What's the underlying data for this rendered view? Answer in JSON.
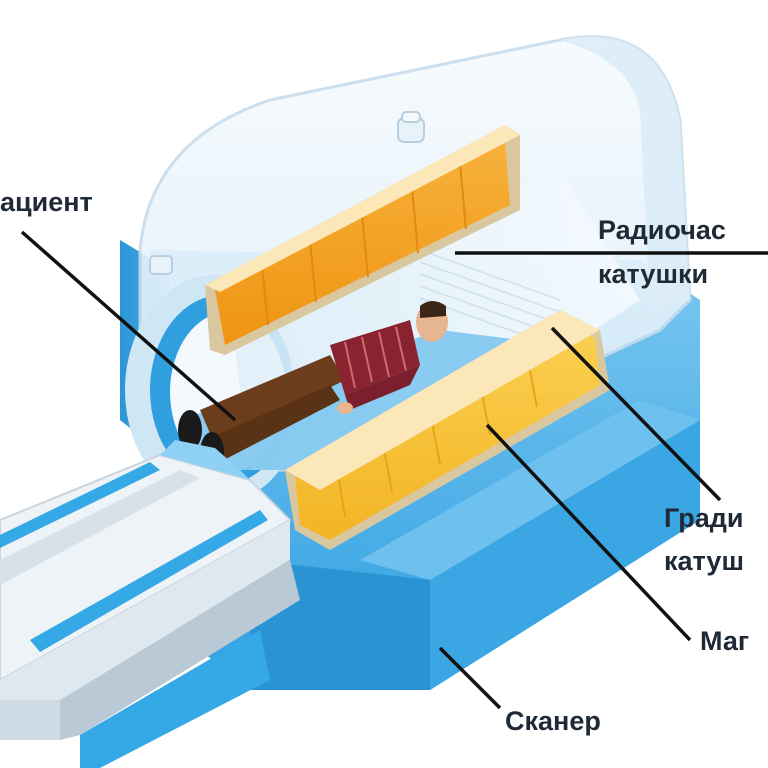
{
  "labels": {
    "patient": "ациент",
    "rf_coils_line1": "Радиочас",
    "rf_coils_line2": "катушки",
    "gradient_line1": "Гради",
    "gradient_line2": "катуш",
    "magnet": "Маг",
    "scanner": "Сканер"
  },
  "colors": {
    "machine_blue": "#35a8e6",
    "machine_blue_light": "#8fd0f5",
    "housing_white": "#eef6fb",
    "coil_orange": "#f3a21a",
    "coil_yellow": "#f7c53a",
    "leader_line": "#111111",
    "label_text": "#1f2a36"
  }
}
